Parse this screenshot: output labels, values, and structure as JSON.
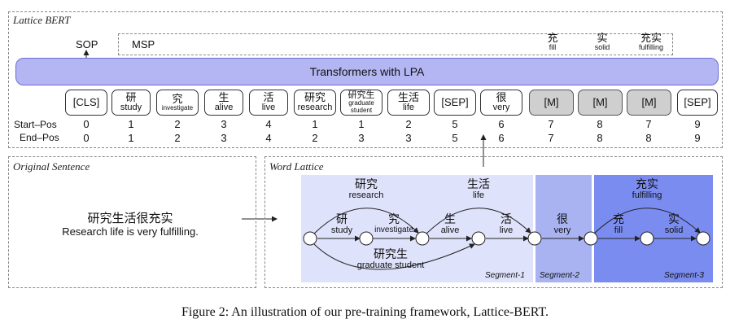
{
  "lattice_bert": {
    "title": "Lattice BERT",
    "sop": "SOP",
    "msp": "MSP",
    "transformer": "Transformers with LPA",
    "msp_preds": [
      {
        "c": "充",
        "e": "fill"
      },
      {
        "c": "实",
        "e": "solid"
      },
      {
        "c": "充实",
        "e": "fulfilling"
      }
    ],
    "tokens": [
      {
        "c": "[CLS]",
        "e": ""
      },
      {
        "c": "研",
        "e": "study"
      },
      {
        "c": "究",
        "e": "investigate"
      },
      {
        "c": "生",
        "e": "alive"
      },
      {
        "c": "活",
        "e": "live"
      },
      {
        "c": "研究",
        "e": "research"
      },
      {
        "c": "研究生",
        "e": "graduate student"
      },
      {
        "c": "生活",
        "e": "life"
      },
      {
        "c": "[SEP]",
        "e": ""
      },
      {
        "c": "很",
        "e": "very"
      },
      {
        "c": "[M]",
        "e": ""
      },
      {
        "c": "[M]",
        "e": ""
      },
      {
        "c": "[M]",
        "e": ""
      },
      {
        "c": "[SEP]",
        "e": ""
      }
    ],
    "start_pos_label": "Start–Pos",
    "end_pos_label": "End–Pos",
    "start_pos": [
      "0",
      "1",
      "2",
      "3",
      "4",
      "1",
      "1",
      "2",
      "5",
      "6",
      "7",
      "8",
      "7",
      "9"
    ],
    "end_pos": [
      "0",
      "1",
      "2",
      "3",
      "4",
      "2",
      "3",
      "3",
      "5",
      "6",
      "7",
      "8",
      "8",
      "9"
    ]
  },
  "original_sentence": {
    "title": "Original Sentence",
    "zh": "研究生活很充实",
    "en": "Research life is very fulfilling."
  },
  "word_lattice": {
    "title": "Word Lattice",
    "segments": [
      "Segment-1",
      "Segment-2",
      "Segment-3"
    ],
    "segment_colors": [
      "#dfe2fb",
      "#a9b3f2",
      "#7b8cf0"
    ],
    "edges": [
      {
        "c": "研",
        "e": "study"
      },
      {
        "c": "究",
        "e": "investigate"
      },
      {
        "c": "生",
        "e": "alive"
      },
      {
        "c": "活",
        "e": "live"
      },
      {
        "c": "研究",
        "e": "research"
      },
      {
        "c": "生活",
        "e": "life"
      },
      {
        "c": "研究生",
        "e": "graduate student"
      },
      {
        "c": "很",
        "e": "very"
      },
      {
        "c": "充",
        "e": "fill"
      },
      {
        "c": "实",
        "e": "solid"
      },
      {
        "c": "充实",
        "e": "fulfilling"
      }
    ]
  },
  "caption": "Figure 2: An illustration of our pre-training framework, Lattice-BERT."
}
